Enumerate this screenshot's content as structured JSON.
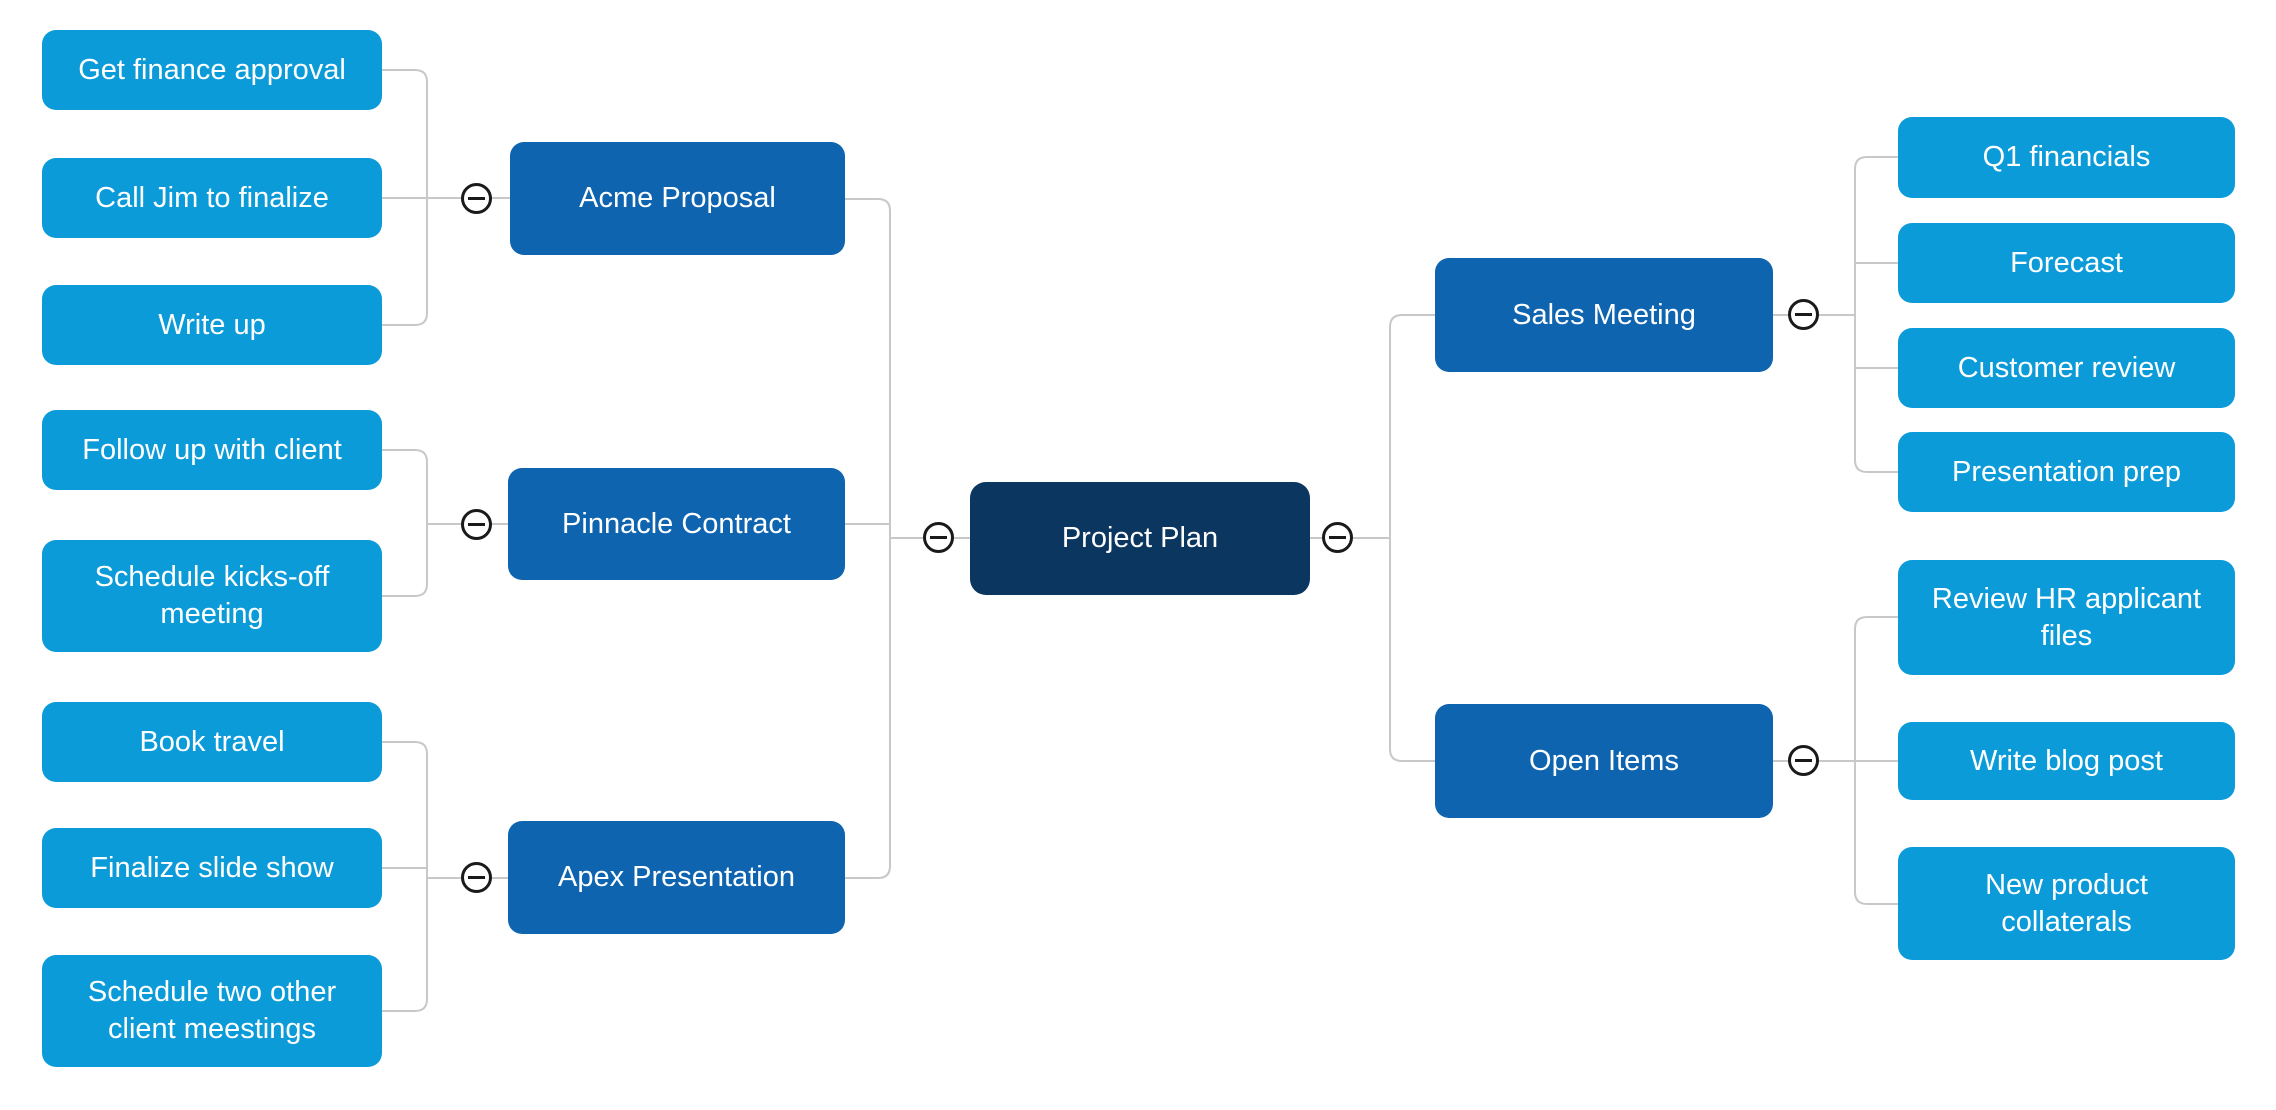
{
  "diagram": {
    "type": "mindmap",
    "root": {
      "label": "Project Plan"
    },
    "left_branches": [
      {
        "label": "Acme Proposal",
        "children": [
          "Get finance approval",
          "Call Jim to finalize",
          "Write up"
        ]
      },
      {
        "label": "Pinnacle Contract",
        "children": [
          "Follow up with client",
          "Schedule kicks-off meeting"
        ]
      },
      {
        "label": "Apex Presentation",
        "children": [
          "Book travel",
          "Finalize slide show",
          "Schedule two other client meestings"
        ]
      }
    ],
    "right_branches": [
      {
        "label": "Sales Meeting",
        "children": [
          "Q1 financials",
          "Forecast",
          "Customer review",
          "Presentation prep"
        ]
      },
      {
        "label": "Open Items",
        "children": [
          "Review HR applicant files",
          "Write blog post",
          "New product collaterals"
        ]
      }
    ],
    "collapse_icon": "minus-circle",
    "colors": {
      "root_fill": "#0B3660",
      "branch_fill": "#0F64B0",
      "leaf_fill": "#0C9BD9",
      "text": "#FFFFFF",
      "connector": "#C8C8C8",
      "collapse_ring": "#1A1A1A",
      "collapse_fill": "#FFFFFF",
      "background": "#FFFFFF"
    }
  }
}
